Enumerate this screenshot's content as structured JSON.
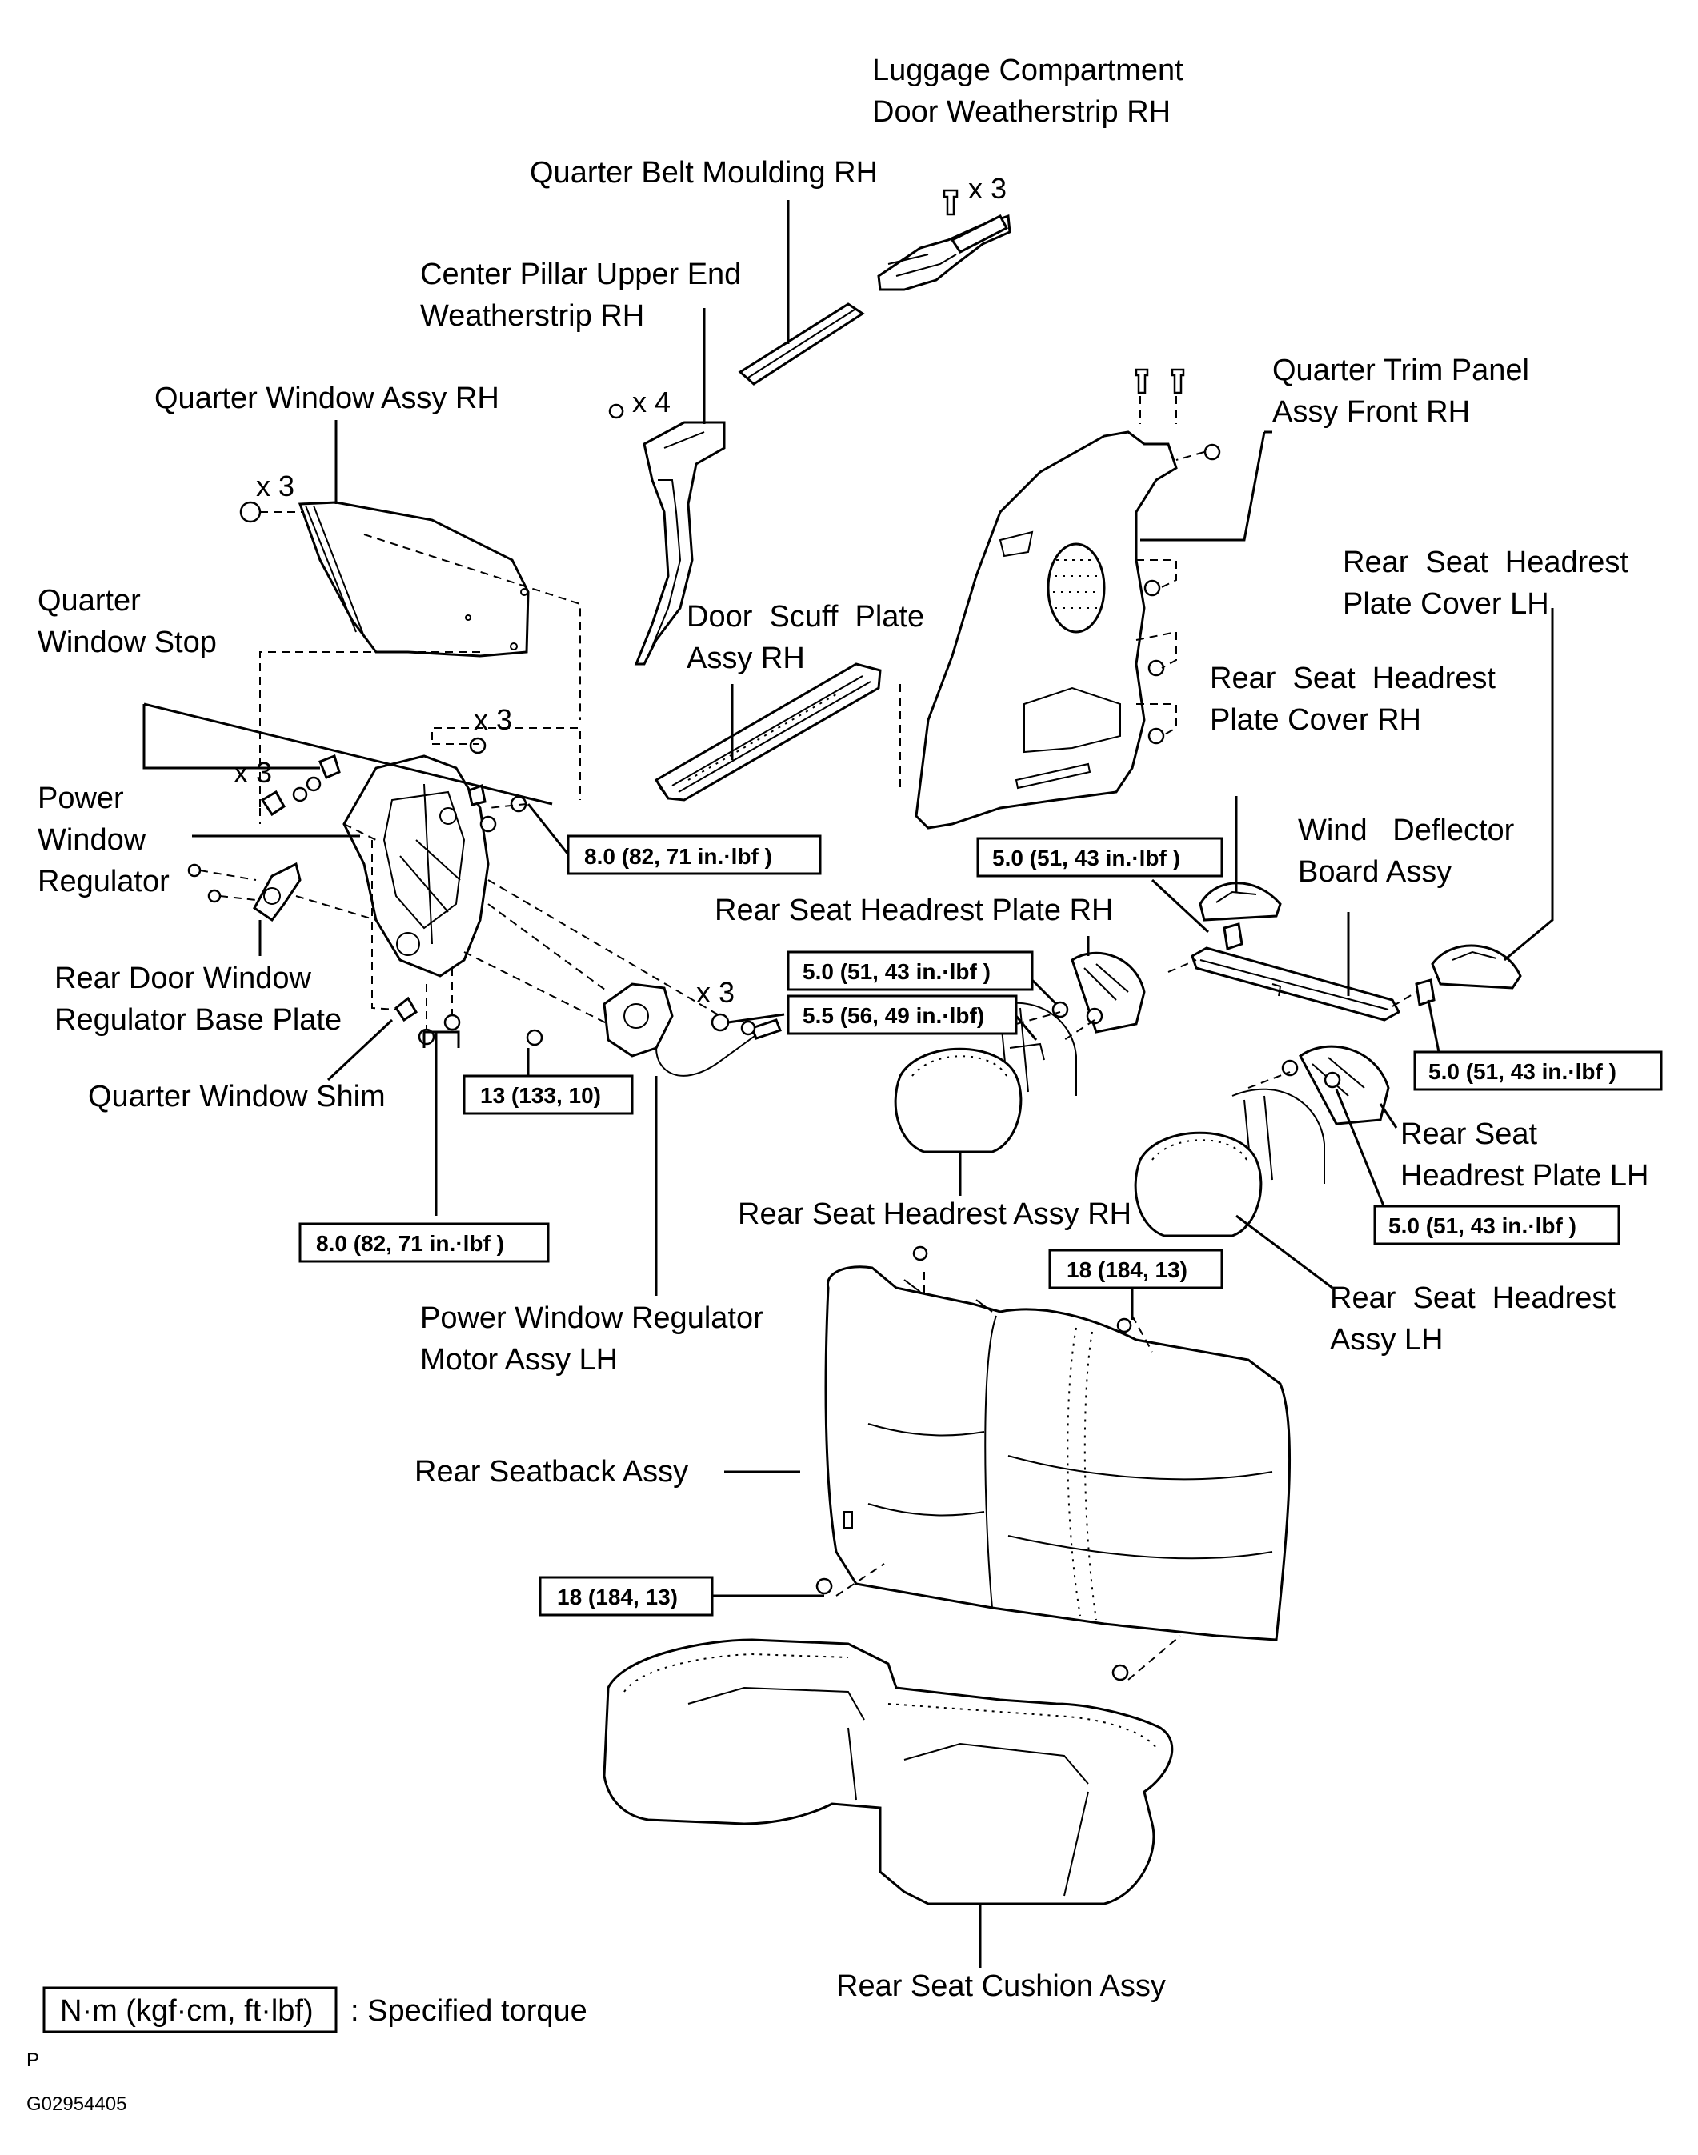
{
  "labels": {
    "luggage_weatherstrip": [
      "Luggage Compartment",
      "Door Weatherstrip RH"
    ],
    "quarter_belt_moulding": [
      "Quarter Belt Moulding RH"
    ],
    "center_pillar_weatherstrip": [
      "Center Pillar Upper End",
      "Weatherstrip RH"
    ],
    "quarter_window_assy": [
      "Quarter Window Assy RH"
    ],
    "quarter_trim_panel": [
      "Quarter Trim Panel",
      "Assy Front RH"
    ],
    "headrest_plate_cover_lh": [
      "Rear  Seat  Headrest",
      "Plate Cover LH"
    ],
    "quarter_window_stop": [
      "Quarter",
      "Window Stop"
    ],
    "door_scuff_plate": [
      "Door  Scuff  Plate",
      "Assy RH"
    ],
    "headrest_plate_cover_rh": [
      "Rear  Seat  Headrest",
      "Plate Cover RH"
    ],
    "power_window_regulator": [
      "Power",
      "Window",
      "Regulator"
    ],
    "wind_deflector": [
      "Wind   Deflector",
      "Board Assy"
    ],
    "headrest_plate_rh": [
      "Rear Seat Headrest Plate RH"
    ],
    "rear_door_base_plate": [
      "Rear Door Window",
      "Regulator Base Plate"
    ],
    "quarter_window_shim": [
      "Quarter Window Shim"
    ],
    "headrest_plate_lh": [
      "Rear Seat",
      "Headrest Plate LH"
    ],
    "headrest_assy_rh": [
      "Rear Seat Headrest Assy RH"
    ],
    "regulator_motor": [
      "Power Window Regulator",
      "Motor Assy LH"
    ],
    "headrest_assy_lh": [
      "Rear  Seat  Headrest",
      "Assy LH"
    ],
    "rear_seatback": [
      "Rear Seatback Assy"
    ],
    "rear_seat_cushion": [
      "Rear Seat Cushion Assy"
    ]
  },
  "counts": {
    "luggage_x3": "x 3",
    "pillar_x4": "x 4",
    "window_x3": "x 3",
    "stop_x3": "x 3",
    "regulator_x3": "x 3",
    "motor_x3": "x 3"
  },
  "torques": {
    "t_8_0_upper": "8.0 (82, 71 in.·lbf )",
    "t_5_0_cover_rh": "5.0 (51, 43 in.·lbf )",
    "t_5_0_plate_rh": "5.0 (51, 43 in.·lbf )",
    "t_5_5": "5.5 (56, 49 in.·lbf)",
    "t_5_0_cover_lh": "5.0 (51, 43 in.·lbf )",
    "t_13": "13 (133, 10)",
    "t_8_0_lower": "8.0 (82, 71 in.·lbf )",
    "t_5_0_plate_lh": "5.0 (51, 43 in.·lbf )",
    "t_18_upper": "18 (184, 13)",
    "t_18_lower": "18 (184, 13)"
  },
  "legend": {
    "unit": "N·m (kgf·cm, ft·lbf)",
    "meaning": ": Specified torque"
  },
  "footer": {
    "mark": "P",
    "code": "G02954405"
  }
}
